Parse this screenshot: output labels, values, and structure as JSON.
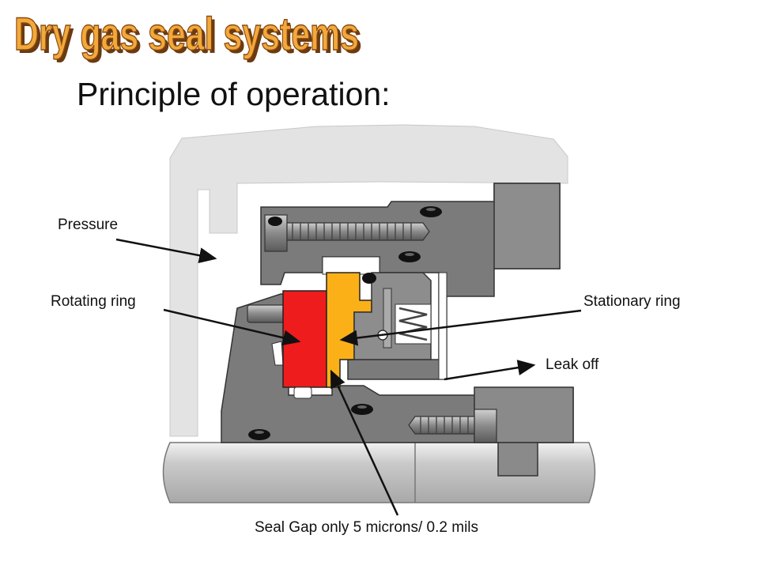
{
  "title": "Dry gas seal systems",
  "subtitle": "Principle of operation:",
  "labels": {
    "pressure": "Pressure",
    "rotating_ring": "Rotating ring",
    "stationary_ring": "Stationary ring",
    "leak_off": "Leak off",
    "seal_gap": "Seal Gap only 5 microns/ 0.2 mils"
  },
  "colors": {
    "title_fill": "#f2a93b",
    "rotating_ring": "#ee1c1c",
    "stationary_ring": "#fbb017",
    "housing_dark": "#7b7b7b",
    "housing_light": "#e0e0e0",
    "shaft": "#bdbdbd"
  }
}
